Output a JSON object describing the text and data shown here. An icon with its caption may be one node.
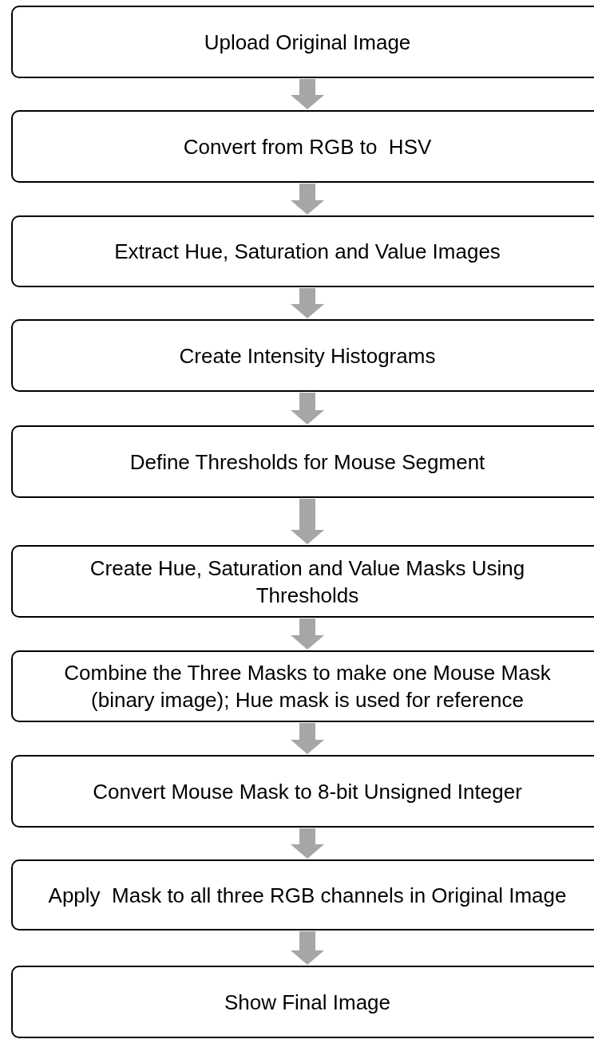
{
  "diagram": {
    "nodes": [
      {
        "text": [
          "Upload Original Image"
        ]
      },
      {
        "text": [
          "Convert from RGB to  HSV"
        ]
      },
      {
        "text": [
          "Extract Hue, Saturation and Value Images"
        ]
      },
      {
        "text": [
          "Create Intensity Histograms"
        ]
      },
      {
        "text": [
          "Define Thresholds for Mouse Segment"
        ]
      },
      {
        "text": [
          "Create Hue, Saturation and Value Masks Using Thresholds"
        ]
      },
      {
        "text": [
          "Combine the Three Masks to make one Mouse Mask (binary image); Hue mask is used for reference"
        ]
      },
      {
        "text": [
          "Convert Mouse Mask to 8-bit Unsigned Integer"
        ]
      },
      {
        "text": [
          "Apply  Mask to all three RGB channels in Original Image"
        ]
      },
      {
        "text": [
          "Show Final Image"
        ]
      }
    ],
    "edges": [
      {
        "from": 0,
        "to": 1,
        "arrow": "to"
      },
      {
        "from": 1,
        "to": 2,
        "arrow": "to"
      },
      {
        "from": 2,
        "to": 3,
        "arrow": "to"
      },
      {
        "from": 3,
        "to": 4,
        "arrow": "to"
      },
      {
        "from": 4,
        "to": 5,
        "arrow": "to"
      },
      {
        "from": 5,
        "to": 6,
        "arrow": "to"
      },
      {
        "from": 6,
        "to": 7,
        "arrow": "to"
      },
      {
        "from": 7,
        "to": 8,
        "arrow": "to"
      },
      {
        "from": 8,
        "to": 9,
        "arrow": "to"
      }
    ]
  }
}
